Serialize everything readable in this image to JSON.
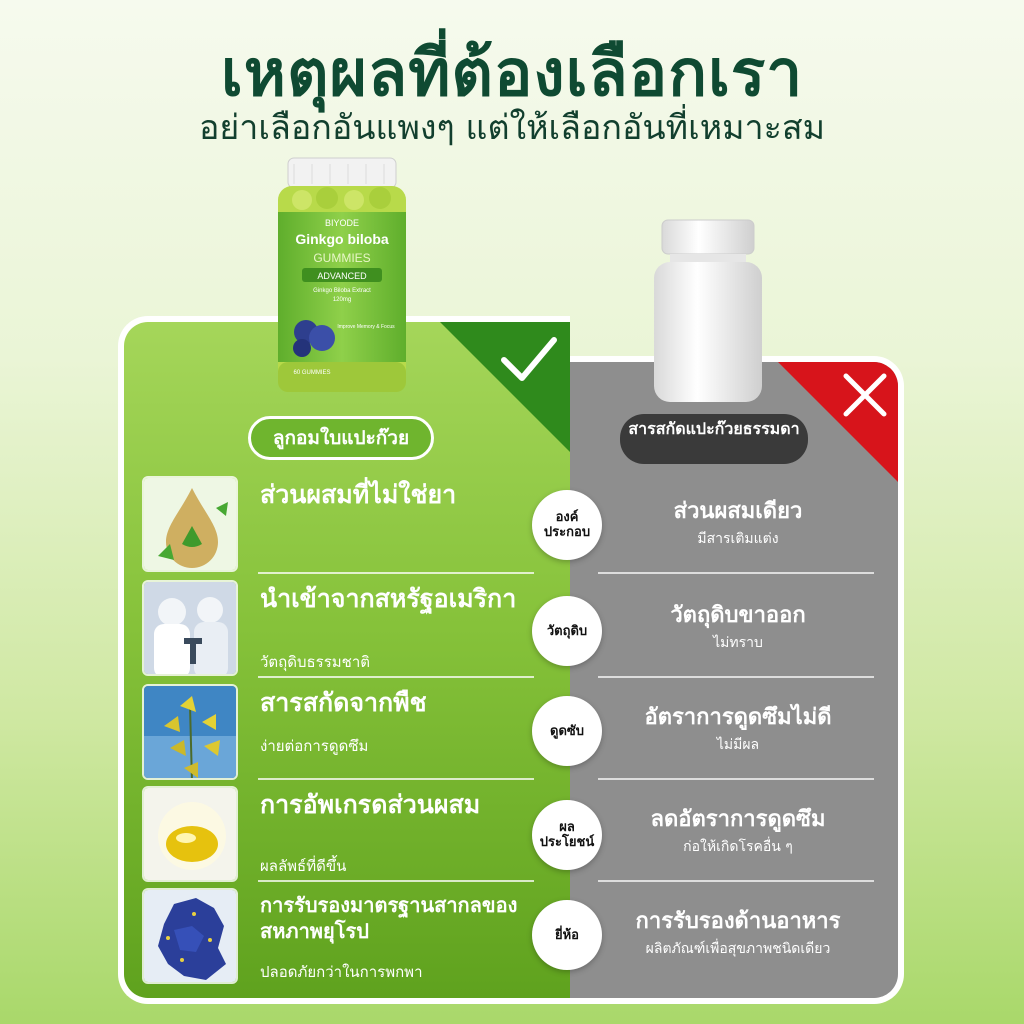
{
  "header": {
    "title": "เหตุผลที่ต้องเลือกเรา",
    "subtitle": "อย่าเลือกอันแพงๆ แต่ให้เลือกอันที่เหมาะสม"
  },
  "product": {
    "brand": "BIYODE",
    "name": "Ginkgo biloba",
    "type": "GUMMIES",
    "badge": "ADVANCED",
    "detail": "Ginkgo Biloba Extract",
    "dose": "120mg",
    "claim": "Improve Memory & Focus",
    "count": "60 GUMMIES"
  },
  "left_label": "ลูกอมใบแปะก๊วย",
  "right_label": "สารสกัดแปะก๊วยธรรมดา",
  "rows": [
    {
      "category": "องค์ประกอบ",
      "left_main": "ส่วนผสมที่ไม่ใช่ยา",
      "left_sub": "",
      "right_main": "ส่วนผสมเดียว",
      "right_sub": "มีสารเติมแต่ง"
    },
    {
      "category": "วัตถุดิบ",
      "left_main": "นำเข้าจากสหรัฐอเมริกา",
      "left_sub": "วัตถุดิบธรรมชาติ",
      "right_main": "วัตถุดิบขาออก",
      "right_sub": "ไม่ทราบ"
    },
    {
      "category": "ดูดซับ",
      "left_main": "สารสกัดจากพืช",
      "left_sub": "ง่ายต่อการดูดซึม",
      "right_main": "อัตราการดูดซึมไม่ดี",
      "right_sub": "ไม่มีผล"
    },
    {
      "category": "ผลประโยชน์",
      "left_main": "การอัพเกรดส่วนผสม",
      "left_sub": "ผลลัพธ์ที่ดีขึ้น",
      "right_main": "ลดอัตราการดูดซึม",
      "right_sub": "ก่อให้เกิดโรคอื่น ๆ"
    },
    {
      "category": "ยี่ห้อ",
      "left_main": "การรับรองมาตรฐานสากลของสหภาพยุโรป",
      "left_sub": "ปลอดภัยกว่าในการพกพา",
      "right_main": "การรับรองด้านอาหาร",
      "right_sub": "ผลิตภัณฑ์เพื่อสุขภาพชนิดเดียว"
    }
  ],
  "colors": {
    "title": "#0f4a32",
    "left_panel": "#86c23a",
    "right_panel": "#8e8e8e",
    "check_corner": "#2f8a1c",
    "x_corner": "#d7141b"
  },
  "icons": [
    "check-icon",
    "close-icon"
  ]
}
